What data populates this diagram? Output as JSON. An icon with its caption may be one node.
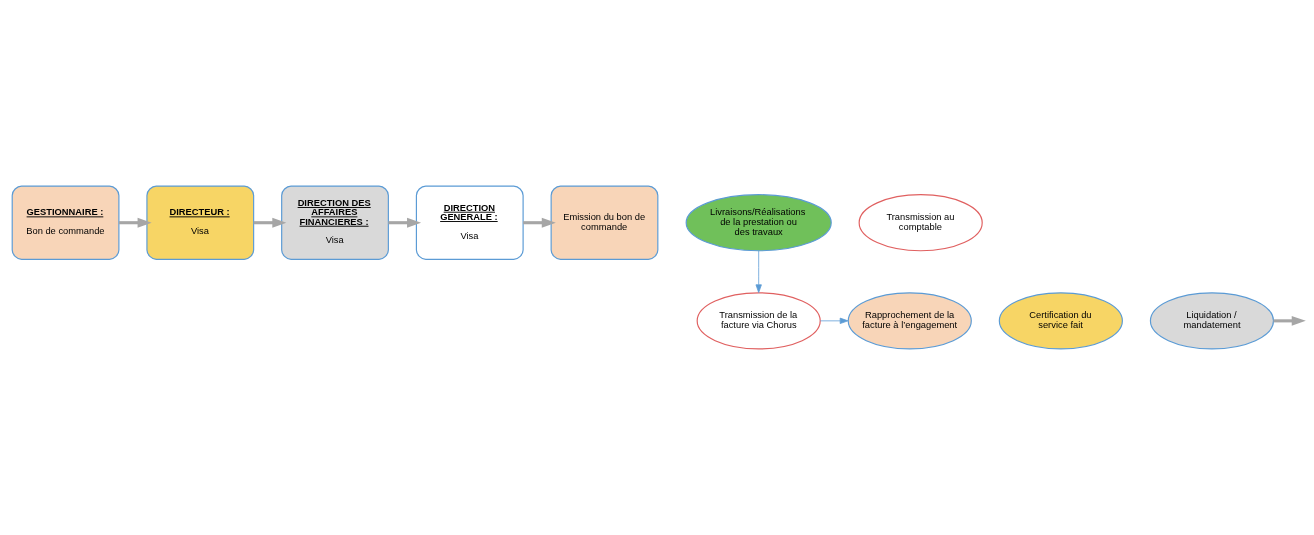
{
  "diagram": {
    "nodes": [
      {
        "text": [
          "GESTIONNAIRE :",
          "Bon de commande"
        ]
      },
      {
        "text": [
          "DIRECTEUR :",
          "Visa"
        ]
      },
      {
        "text": [
          "DIRECTION DES AFFAIRES FINANCIERES :",
          "Visa"
        ]
      },
      {
        "text": [
          "DIRECTION GENERALE :",
          "Visa"
        ]
      },
      {
        "text": [
          "Emission du bon de commande"
        ]
      },
      {
        "text": [
          "Livraisons/Réalisations de la prestation ou des travaux"
        ]
      },
      {
        "text": [
          "Transmission de la facture via Chorus"
        ]
      },
      {
        "text": [
          "Rapprochement de la facture à l’engagement"
        ]
      },
      {
        "text": [
          "Certification du service fait"
        ]
      },
      {
        "text": [
          "Liquidation / mandatement"
        ]
      },
      {
        "text": [
          "Transmission au comptable"
        ]
      }
    ],
    "edges": [
      {
        "from": 0,
        "to": 1,
        "arrow": "to"
      },
      {
        "from": 1,
        "to": 2,
        "arrow": "to"
      },
      {
        "from": 2,
        "to": 3,
        "arrow": "to"
      },
      {
        "from": 3,
        "to": 4,
        "arrow": "to"
      },
      {
        "from": 5,
        "to": 6,
        "arrow": "to",
        "color": "#5b9bd5"
      },
      {
        "from": 6,
        "to": 7,
        "arrow": "to",
        "color": "#5b9bd5"
      },
      {
        "from": 9,
        "to": null,
        "arrow": "to"
      }
    ]
  }
}
